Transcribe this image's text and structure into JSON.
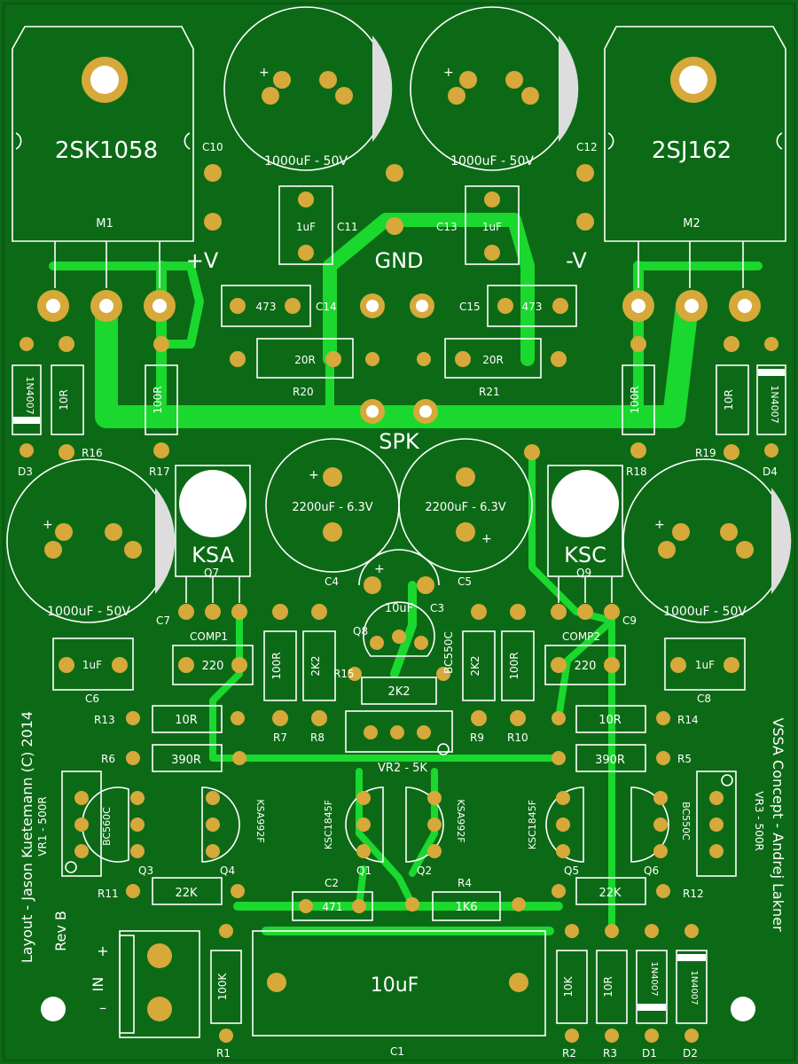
{
  "title": "VSSA Concept - Andrej Lakner",
  "layout_credit": "Layout - Jason Kuetemann  (C) 2014",
  "revision": "Rev B",
  "nets": {
    "pos": "+V",
    "neg": "-V",
    "gnd": "GND",
    "spk": "SPK",
    "in": "IN",
    "in_minus": "–",
    "in_plus": "+"
  },
  "mosfets": {
    "m1": {
      "part": "2SK1058",
      "ref": "M1"
    },
    "m2": {
      "part": "2SJ162",
      "ref": "M2"
    }
  },
  "drivers": {
    "q7": {
      "part": "KSA",
      "ref": "Q7"
    },
    "q9": {
      "part": "KSC",
      "ref": "Q9"
    }
  },
  "caps": {
    "c10": {
      "ref": "C10",
      "value": "1000uF - 50V",
      "plus": "+"
    },
    "c12": {
      "ref": "C12",
      "value": "1000uF - 50V",
      "plus": "+"
    },
    "c7": {
      "ref": "C7",
      "value": "1000uF - 50V",
      "plus": "+"
    },
    "c9": {
      "ref": "C9",
      "value": "1000uF - 50V",
      "plus": "+"
    },
    "c4": {
      "ref": "C4",
      "value": "2200uF - 6.3V",
      "plus": "+"
    },
    "c5": {
      "ref": "C5",
      "value": "2200uF - 6.3V",
      "plus": "+"
    },
    "c3": {
      "ref": "C3",
      "value": "10uF",
      "plus": "+"
    },
    "c11": {
      "ref": "C11",
      "value": "1uF"
    },
    "c13": {
      "ref": "C13",
      "value": "1uF"
    },
    "c6": {
      "ref": "C6",
      "value": "1uF"
    },
    "c8": {
      "ref": "C8",
      "value": "1uF"
    },
    "c14": {
      "ref": "C14",
      "value": "473"
    },
    "c15": {
      "ref": "C15",
      "value": "473"
    },
    "comp1": {
      "ref": "COMP1",
      "value": "220"
    },
    "comp2": {
      "ref": "COMP2",
      "value": "220"
    },
    "c2": {
      "ref": "C2",
      "value": "471"
    },
    "c1": {
      "ref": "C1",
      "value": "10uF"
    }
  },
  "resistors": {
    "r20": {
      "ref": "R20",
      "value": "20R"
    },
    "r21": {
      "ref": "R21",
      "value": "20R"
    },
    "r16": {
      "ref": "R16",
      "value": "10R"
    },
    "r17": {
      "ref": "R17",
      "value": "100R"
    },
    "r18": {
      "ref": "R18",
      "value": "100R"
    },
    "r19": {
      "ref": "R19",
      "value": "10R"
    },
    "r7": {
      "ref": "R7",
      "value": "100R"
    },
    "r8": {
      "ref": "R8",
      "value": "2K2"
    },
    "r9": {
      "ref": "R9",
      "value": "2K2"
    },
    "r10": {
      "ref": "R10",
      "value": "100R"
    },
    "r15": {
      "ref": "R15",
      "value": "2K2"
    },
    "r13": {
      "ref": "R13",
      "value": "10R"
    },
    "r14": {
      "ref": "R14",
      "value": "10R"
    },
    "r6": {
      "ref": "R6",
      "value": "390R"
    },
    "r5": {
      "ref": "R5",
      "value": "390R"
    },
    "r11": {
      "ref": "R11",
      "value": "22K"
    },
    "r12": {
      "ref": "R12",
      "value": "22K"
    },
    "r4": {
      "ref": "R4",
      "value": "1K6"
    },
    "r1": {
      "ref": "R1",
      "value": "100K"
    },
    "r2": {
      "ref": "R2",
      "value": "10K"
    },
    "r3": {
      "ref": "R3",
      "value": "10R"
    }
  },
  "diodes": {
    "d3": {
      "ref": "D3",
      "value": "1N4007"
    },
    "d4": {
      "ref": "D4",
      "value": "1N4007"
    },
    "d1": {
      "ref": "D1",
      "value": "1N4007"
    },
    "d2": {
      "ref": "D2",
      "value": "1N4007"
    }
  },
  "transistors": {
    "q8": {
      "ref": "Q8",
      "part": "BC550C"
    },
    "q3": {
      "ref": "Q3",
      "part": "BC560C"
    },
    "q4": {
      "ref": "Q4",
      "part": "KSA992F"
    },
    "q1": {
      "ref": "Q1",
      "part": "KSC1845F"
    },
    "q2": {
      "ref": "Q2",
      "part": "KSA992F"
    },
    "q5": {
      "ref": "Q5",
      "part": "KSC1845F"
    },
    "q6": {
      "ref": "Q6",
      "part": "BC550C"
    }
  },
  "trimmers": {
    "vr1": {
      "ref": "VR1 - 500R"
    },
    "vr2": {
      "ref": "VR2 - 5K"
    },
    "vr3": {
      "ref": "VR3 - 500R"
    }
  },
  "colors": {
    "board": "#0c6a16",
    "copper": "#1ad82e",
    "pad": "#d6a93a",
    "silk": "#ffffff"
  }
}
